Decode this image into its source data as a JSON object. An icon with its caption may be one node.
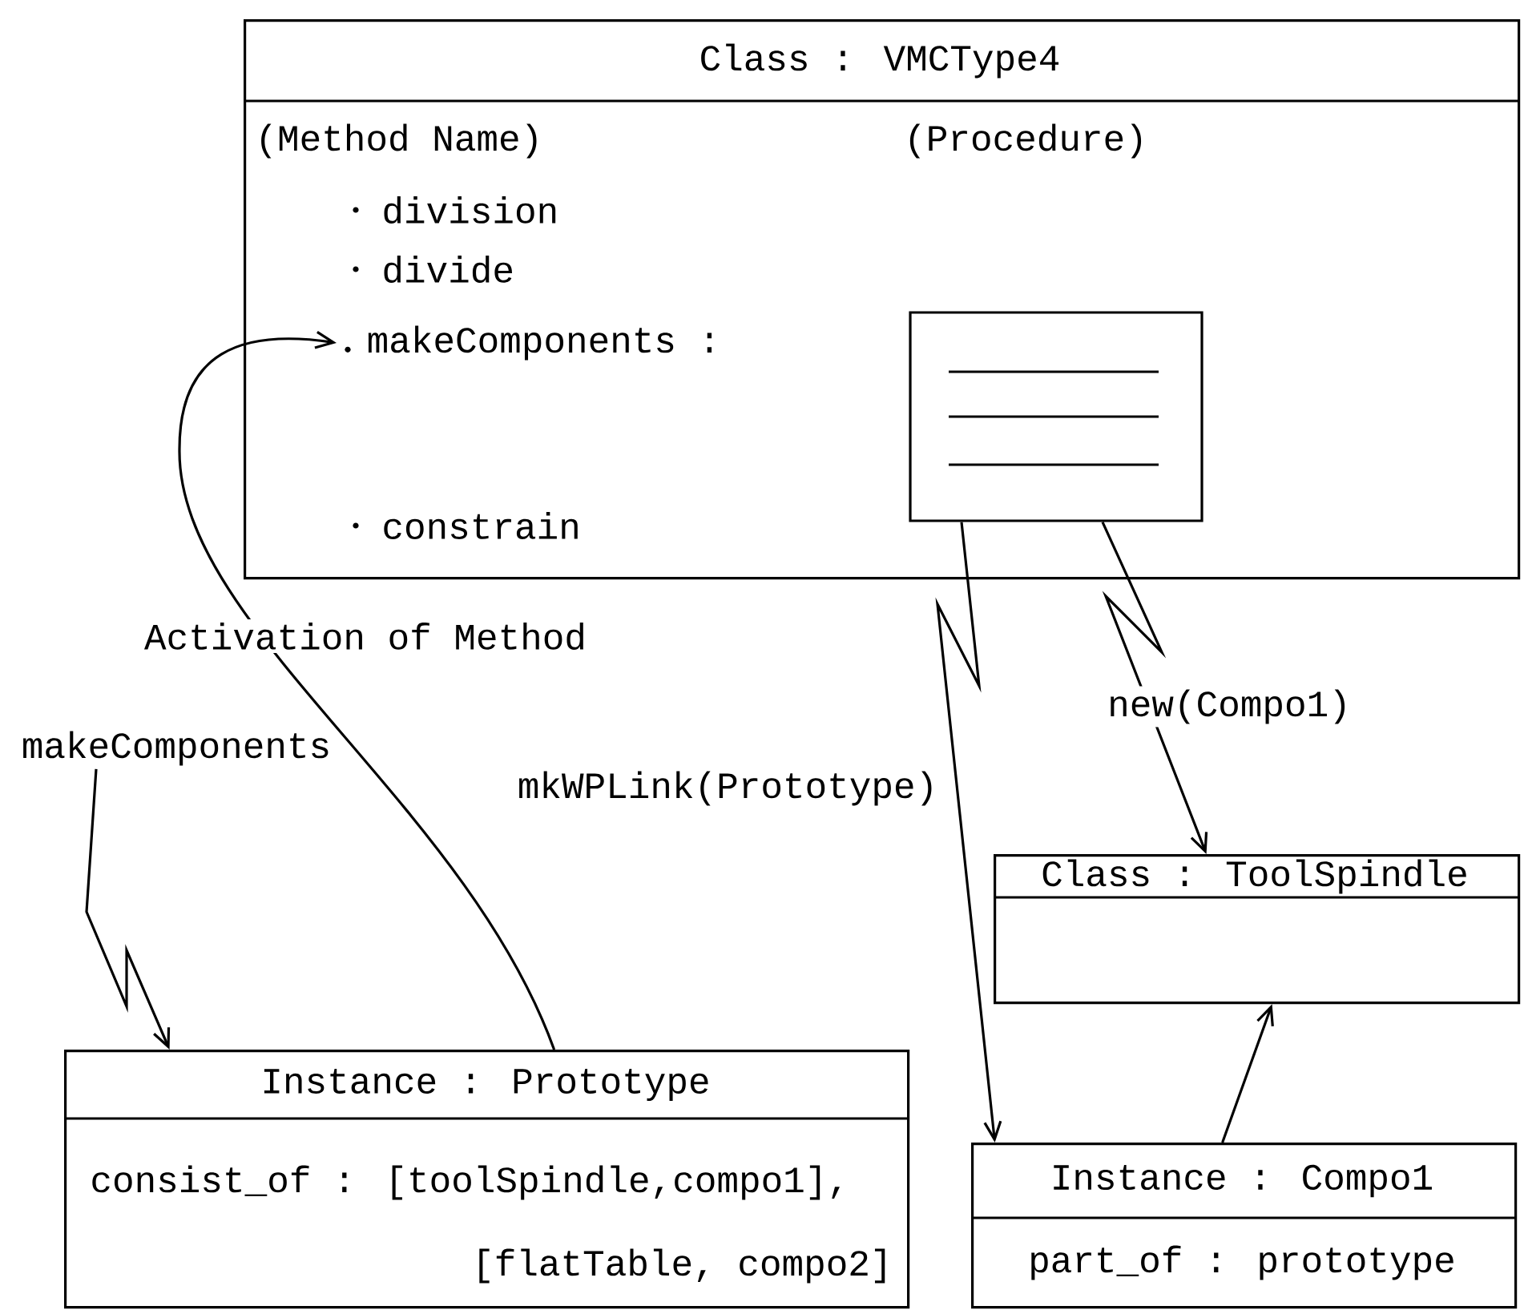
{
  "diagram": {
    "nodes": [
      {
        "text": [
          "Class : VMCType4",
          "(Method Name)",
          "(Procedure)",
          "division",
          "divide",
          "constrain"
        ]
      },
      {
        "text": [
          "makeComponents :"
        ],
        "in": 0
      },
      {
        "text": [],
        "shape": "box",
        "in": 0
      },
      {
        "text": [
          "Instance : Prototype",
          "consist_of : [toolSpindle,compo1],",
          "[flatTable, compo2]"
        ]
      },
      {
        "text": [
          "Class : ToolSpindle"
        ]
      },
      {
        "text": [
          "Instance : Compo1",
          "part_of : prototype"
        ]
      },
      {
        "text": [
          "makeComponents"
        ]
      }
    ],
    "edges": [
      {
        "from": 3,
        "to": 1,
        "arrow": "to",
        "label": "Activation of Method"
      },
      {
        "from": 6,
        "to": 3,
        "arrow": "to"
      },
      {
        "from": 2,
        "to": 5,
        "arrow": "to",
        "label": "mkWPLink(Prototype)"
      },
      {
        "from": 2,
        "to": 4,
        "arrow": "to",
        "label": "new(Compo1)"
      },
      {
        "from": 5,
        "to": 4,
        "arrow": "to"
      }
    ]
  }
}
